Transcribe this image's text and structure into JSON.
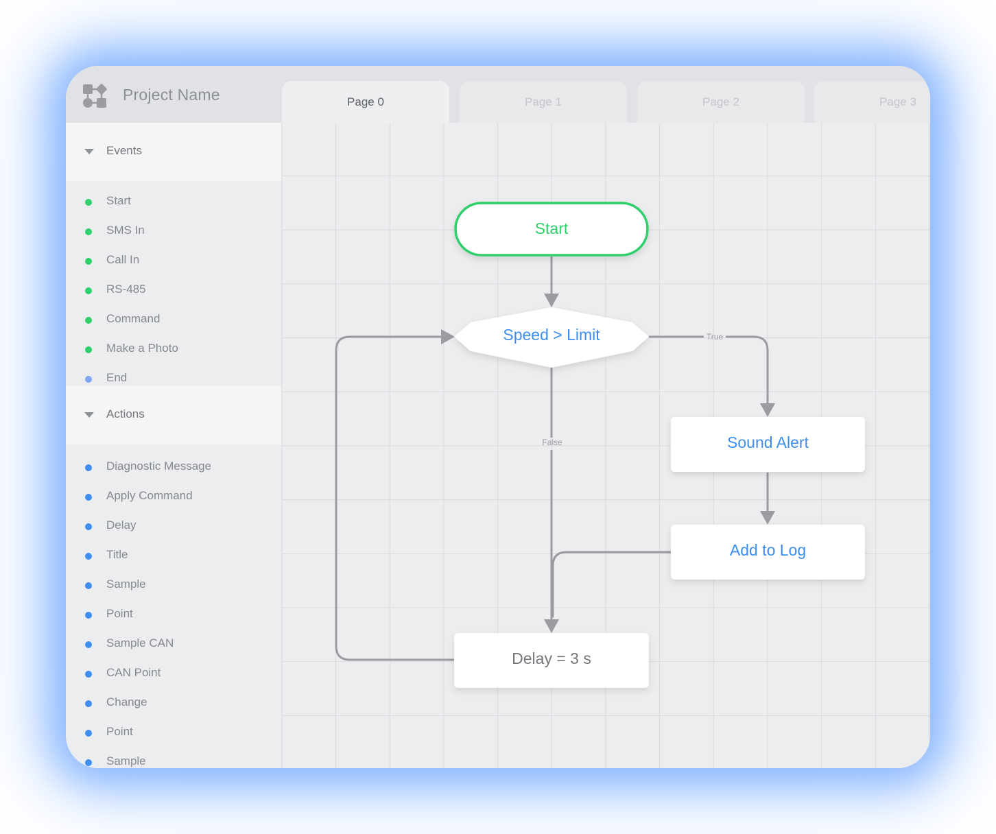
{
  "project": {
    "name": "Project Name"
  },
  "tabs": [
    {
      "label": "Page 0",
      "active": true
    },
    {
      "label": "Page 1",
      "active": false
    },
    {
      "label": "Page 2",
      "active": false
    },
    {
      "label": "Page 3",
      "active": false
    }
  ],
  "sidebar": {
    "events": {
      "title": "Events",
      "items": [
        {
          "label": "Start",
          "color": "#2fcf6b"
        },
        {
          "label": "SMS In",
          "color": "#2fcf6b"
        },
        {
          "label": "Call In",
          "color": "#2fcf6b"
        },
        {
          "label": "RS-485",
          "color": "#2fcf6b"
        },
        {
          "label": "Command",
          "color": "#2fcf6b"
        },
        {
          "label": "Make a Photo",
          "color": "#2fcf6b"
        },
        {
          "label": "End",
          "color": "#7fa6f0"
        }
      ]
    },
    "actions": {
      "title": "Actions",
      "items": [
        {
          "label": "Diagnostic Message",
          "color": "#3d8ef0"
        },
        {
          "label": "Apply Command",
          "color": "#3d8ef0"
        },
        {
          "label": "Delay",
          "color": "#3d8ef0"
        },
        {
          "label": "Title",
          "color": "#3d8ef0"
        },
        {
          "label": "Sample",
          "color": "#3d8ef0"
        },
        {
          "label": "Point",
          "color": "#3d8ef0"
        },
        {
          "label": "Sample CAN",
          "color": "#3d8ef0"
        },
        {
          "label": "CAN Point",
          "color": "#3d8ef0"
        },
        {
          "label": "Change",
          "color": "#3d8ef0"
        },
        {
          "label": "Point",
          "color": "#3d8ef0"
        },
        {
          "label": "Sample",
          "color": "#3d8ef0"
        }
      ]
    }
  },
  "flow": {
    "start": {
      "label": "Start",
      "color": "#2fcf6b"
    },
    "condition": {
      "label": "Speed > Limit",
      "color": "#3d8ef0"
    },
    "true_label": "True",
    "false_label": "False",
    "sound_alert": {
      "label": "Sound Alert",
      "color": "#3d8ef0"
    },
    "add_to_log": {
      "label": "Add to Log",
      "color": "#3d8ef0"
    },
    "delay": {
      "label": "Delay = 3 s",
      "color": "#74777c"
    }
  },
  "colors": {
    "connector": "#9a9ca0",
    "accent_glow": "#4a8cff"
  }
}
